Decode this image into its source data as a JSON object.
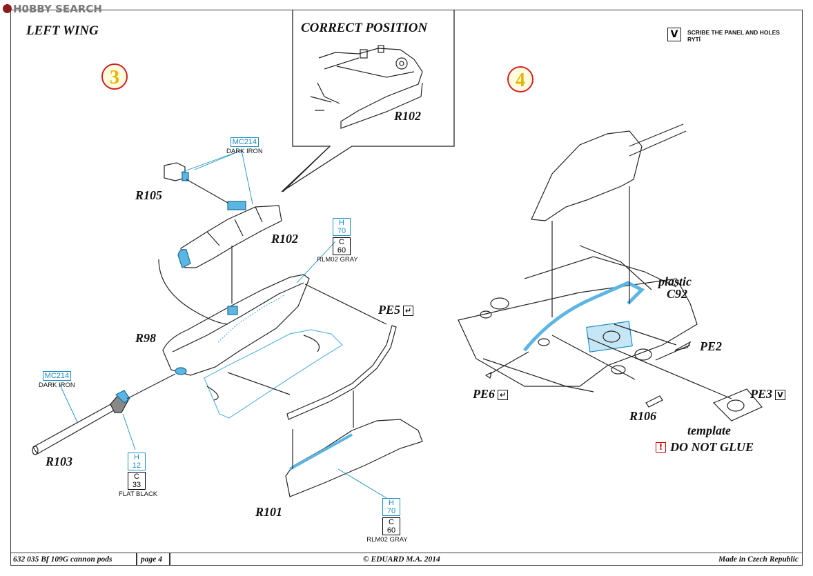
{
  "watermark": "H0BBY SEARCH",
  "header": {
    "title": "LEFT WING",
    "subtitle": "CORRECT POSITION"
  },
  "steps": [
    "3",
    "4"
  ],
  "legend": {
    "symbol": "V",
    "line1": "SCRIBE THE PANEL AND HOLES",
    "line2": "RYTÍ"
  },
  "parts": {
    "r102_inset": "R102",
    "r105": "R105",
    "r102": "R102",
    "r98": "R98",
    "r103": "R103",
    "r101": "R101",
    "pe5": "PE5",
    "plastic": "plastic",
    "c92": "C92",
    "pe2": "PE2",
    "pe6": "PE6",
    "pe3": "PE3",
    "r106": "R106",
    "template": "template",
    "do_not_glue": "DO NOT GLUE"
  },
  "paints": {
    "mc214_top": {
      "code": "MC214",
      "name": "DARK IRON"
    },
    "h70_top": {
      "code1": "H 70",
      "code2": "C 60",
      "name": "RLM02 GRAY"
    },
    "mc214_left": {
      "code": "MC214",
      "name": "DARK IRON"
    },
    "h12": {
      "code1": "H 12",
      "code2": "C 33",
      "name": "FLAT BLACK"
    },
    "h70_bottom": {
      "code1": "H 70",
      "code2": "C 60",
      "name": "RLM02 GRAY"
    }
  },
  "symbols": {
    "bend": "↵",
    "scribe": "V",
    "warning": "!"
  },
  "colors": {
    "accent": "#1a8fc2",
    "part_blue": "#5bb6e3",
    "step_red": "#d2201f",
    "step_yellow": "#e6b400",
    "warning": "#cc0000"
  },
  "footer": {
    "code": "632 035  Bf 109G cannon pods",
    "page": "page 4",
    "copyright": "© EDUARD  M.A. 2014",
    "made_in": "Made in Czech Republic"
  }
}
